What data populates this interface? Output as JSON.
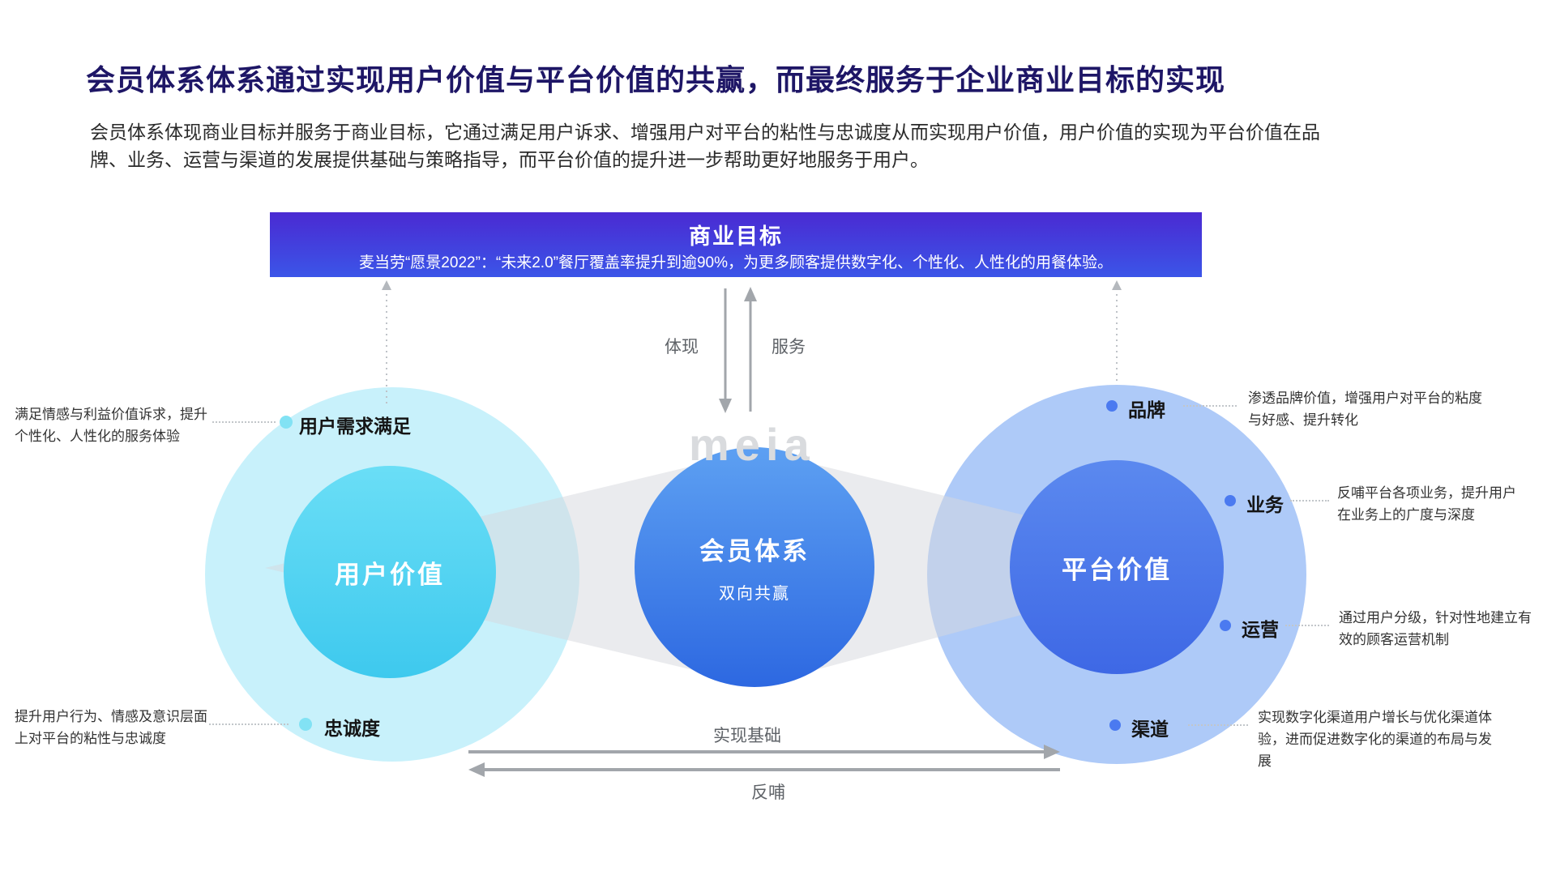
{
  "slide": {
    "title": "会员体系体系通过实现用户价值与平台价值的共赢，而最终服务于企业商业目标的实现",
    "intro": "会员体系体现商业目标并服务于商业目标，它通过满足用户诉求、增强用户对平台的粘性与忠诚度从而实现用户价值，用户价值的实现为平台价值在品牌、业务、运营与渠道的发展提供基础与策略指导，而平台价值的提升进一步帮助更好地服务于用户。",
    "watermark": "meia"
  },
  "banner": {
    "title": "商业目标",
    "subtitle": "麦当劳“愿景2022”：“未来2.0”餐厅覆盖率提升到逾90%，为更多顾客提供数字化、个性化、人性化的用餐体验。"
  },
  "flow": {
    "embody": "体现",
    "serve": "服务",
    "foundation": "实现基础",
    "feedback": "反哺"
  },
  "circles": {
    "user": {
      "label": "用户价值"
    },
    "member": {
      "title": "会员体系",
      "subtitle": "双向共赢"
    },
    "platform": {
      "label": "平台价值"
    }
  },
  "user_points": [
    {
      "label": "用户需求满足",
      "note": "满足情感与利益价值诉求，提升个性化、人性化的服务体验"
    },
    {
      "label": "忠诚度",
      "note": "提升用户行为、情感及意识层面上对平台的粘性与忠诚度"
    }
  ],
  "platform_points": [
    {
      "label": "品牌",
      "note": "渗透品牌价值，增强用户对平台的粘度与好感、提升转化"
    },
    {
      "label": "业务",
      "note": "反哺平台各项业务，提升用户在业务上的广度与深度"
    },
    {
      "label": "运营",
      "note": "通过用户分级，针对性地建立有效的顾客运营机制"
    },
    {
      "label": "渠道",
      "note": "实现数字化渠道用户增长与优化渠道体验，进而促进数字化的渠道的布局与发展"
    }
  ],
  "colors": {
    "title_text": "#1e1666",
    "banner_top": "#4a2ad2",
    "banner_bottom": "#3b55e8",
    "user_outer": "#c8f1fb",
    "user_inner": "#4ecff1",
    "member_top": "#5da0f2",
    "member_bottom": "#2d68e1",
    "platform_inner": "#4a7aea",
    "platform_outer": "#aecaf8",
    "user_dot": "#82e2f4",
    "platform_dot": "#4b7af0",
    "arrow_gray": "#a2a6ab"
  }
}
